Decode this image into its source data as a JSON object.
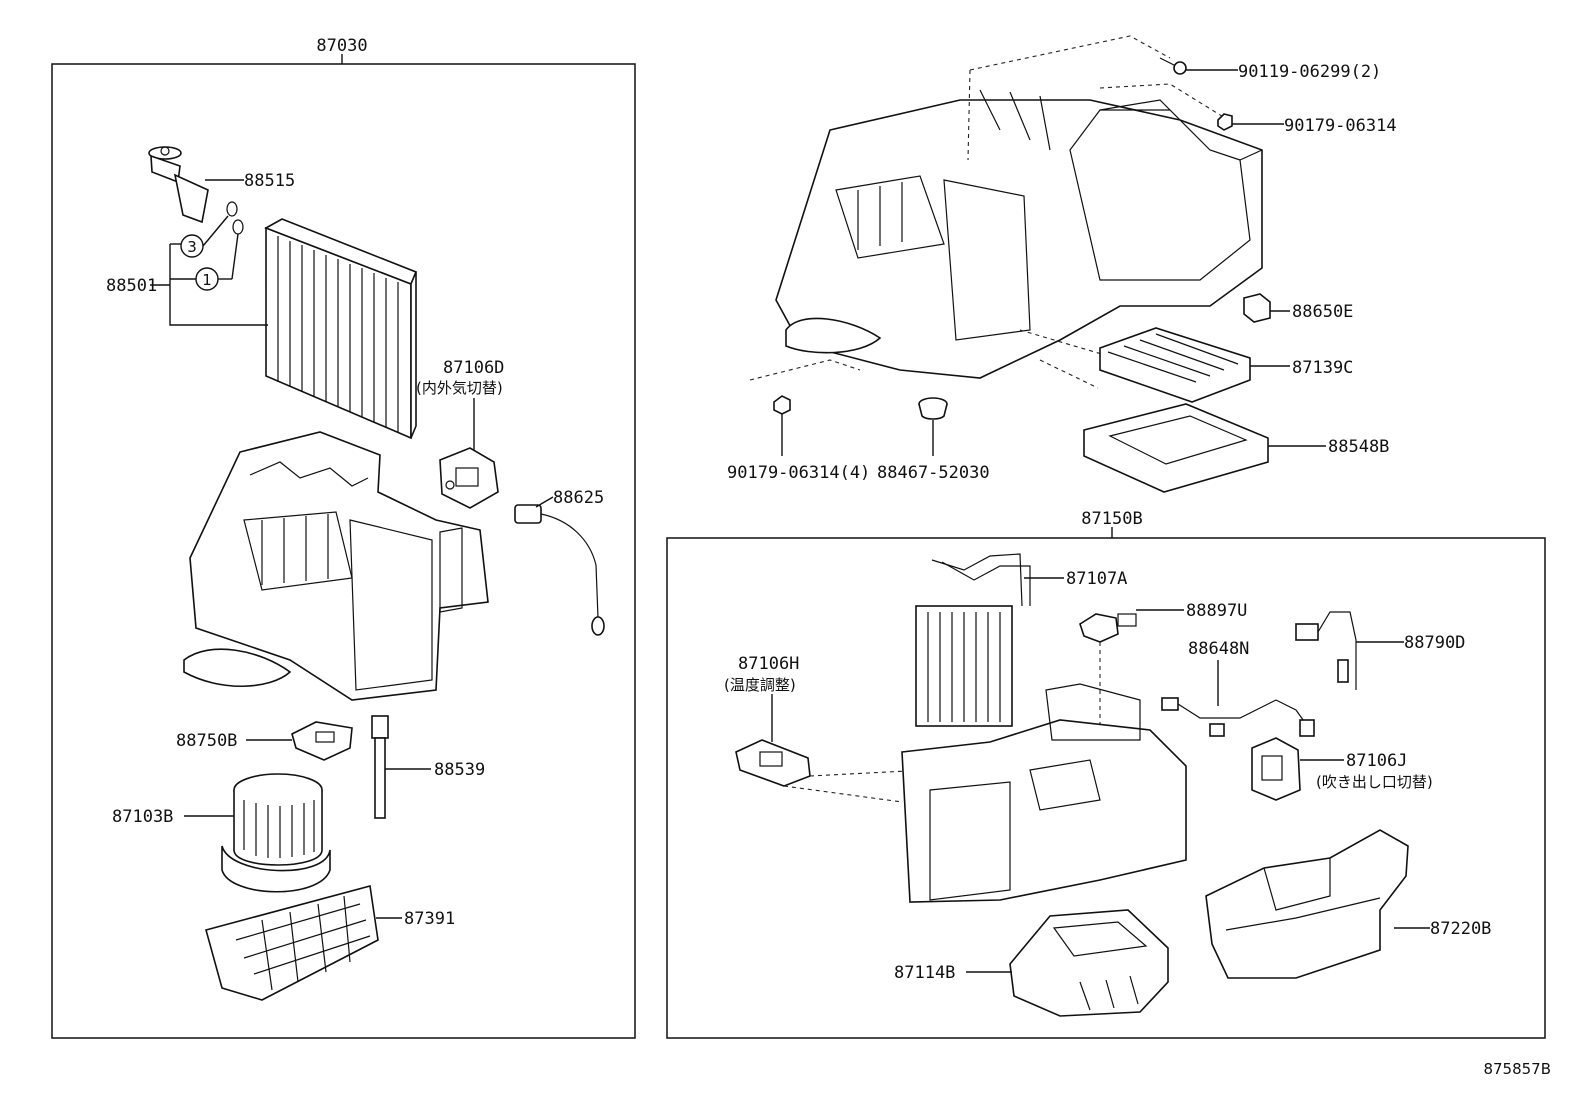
{
  "figure_id": "875857B",
  "groups": {
    "left_assembly": "87030",
    "right_assembly": "87150B"
  },
  "callouts": {
    "p88515": "88515",
    "p88501": "88501",
    "p87106D": "87106D",
    "p87106D_note": "(内外気切替)",
    "p88625": "88625",
    "p88750B": "88750B",
    "p88539": "88539",
    "p87103B": "87103B",
    "p87391": "87391",
    "p90119": "90119-06299(2)",
    "p90179a": "90179-06314",
    "p88650E": "88650E",
    "p87139C": "87139C",
    "p88548B": "88548B",
    "p90179b": "90179-06314(4)",
    "p88467": "88467-52030",
    "p87107A": "87107A",
    "p88897U": "88897U",
    "p88790D": "88790D",
    "p88648N": "88648N",
    "p87106H": "87106H",
    "p87106H_note": "(温度調整)",
    "p87106J": "87106J",
    "p87106J_note": "(吹き出し口切替)",
    "p87220B": "87220B",
    "p87114B": "87114B",
    "circle_3": "3",
    "circle_1": "1"
  }
}
